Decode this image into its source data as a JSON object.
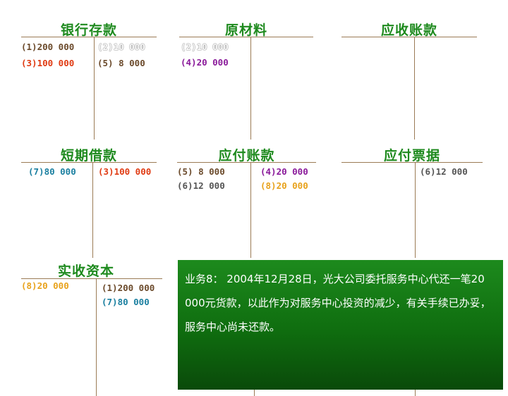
{
  "accounts": {
    "bank_deposit": {
      "title": "银行存款",
      "debit": [
        {
          "text": "(1)200 000",
          "color": "#6b4a2b"
        },
        {
          "text": "(3)100 000",
          "color": "#e03a12"
        }
      ],
      "credit": [
        {
          "text": "(2)10 000",
          "color": "#ffffff"
        },
        {
          "text": "(5) 8 000",
          "color": "#6b4a2b"
        }
      ]
    },
    "raw_materials": {
      "title": "原材料",
      "debit": [
        {
          "text": "(2)10 000",
          "color": "#ffffff"
        },
        {
          "text": "(4)20 000",
          "color": "#8a1a9a"
        }
      ],
      "credit": []
    },
    "accounts_receivable": {
      "title": "应收账款",
      "debit": [],
      "credit": []
    },
    "short_term_loan": {
      "title": "短期借款",
      "debit": [
        {
          "text": "(7)80 000",
          "color": "#1a7fa0"
        }
      ],
      "credit": [
        {
          "text": "(3)100 000",
          "color": "#e03a12"
        }
      ]
    },
    "accounts_payable": {
      "title": "应付账款",
      "debit": [
        {
          "text": "(5) 8 000",
          "color": "#6b4a2b"
        },
        {
          "text": "(6)12 000",
          "color": "#555555"
        }
      ],
      "credit": [
        {
          "text": "(4)20 000",
          "color": "#8a1a9a"
        },
        {
          "text": "(8)20 000",
          "color": "#e8a21c"
        }
      ]
    },
    "notes_payable": {
      "title": "应付票据",
      "debit": [],
      "credit": [
        {
          "text": "(6)12 000",
          "color": "#555555"
        }
      ]
    },
    "paid_in_capital": {
      "title": "实收资本",
      "debit": [
        {
          "text": "(8)20 000",
          "color": "#e8a21c"
        }
      ],
      "credit": [
        {
          "text": "(1)200 000",
          "color": "#6b4a2b"
        },
        {
          "text": "(7)80 000",
          "color": "#1a7fa0"
        }
      ]
    }
  },
  "popup": {
    "text": "业务8： 2004年12月28日，光大公司委托服务中心代还一笔20 000元货款，以此作为对服务中心投资的减少，有关手续已办妥，服务中心尚未还款。",
    "background": "#0f6d0f"
  }
}
